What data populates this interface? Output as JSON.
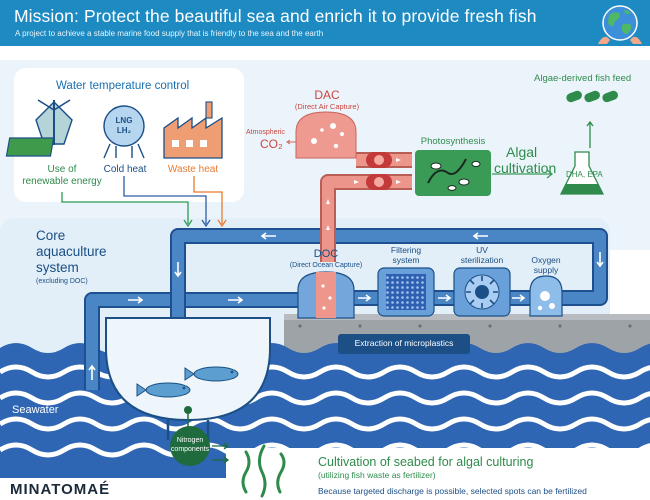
{
  "header": {
    "title": "Mission: Protect the beautiful sea and enrich it to provide fresh fish",
    "subtitle": "A project to achieve a stable  marine food supply that is friendly to the sea and the earth"
  },
  "water_temp": {
    "heading": "Water temperature control",
    "renewable": [
      "Use of",
      "renewable energy"
    ],
    "cold_heat": "Cold heat",
    "lng_line1": "LNG",
    "lng_line2": "LH₂",
    "waste_heat": "Waste heat"
  },
  "dac": {
    "title": "DAC",
    "subtitle": "(Direct Air Capture)",
    "atmospheric": "Atmospheric",
    "co2": "CO₂"
  },
  "photosynthesis": "Photosynthesis",
  "algal_cultivation": [
    "Algal",
    "cultivation"
  ],
  "fish_feed": "Algae-derived fish feed",
  "dha_epa": "DHA, EPA",
  "core": {
    "title": [
      "Core",
      "aquaculture",
      "system"
    ],
    "note": "(excluding DOC)"
  },
  "doc": {
    "title": "DOC",
    "subtitle": "(Direct Ocean Capture)"
  },
  "filtering": [
    "Filtering",
    "system"
  ],
  "uv": [
    "UV",
    "sterilization"
  ],
  "oxygen": [
    "Oxygen",
    "supply"
  ],
  "microplastics": "Extraction of microplastics",
  "seawater": "Seawater",
  "nitrogen": [
    "Nitrogen",
    "components"
  ],
  "seabed": {
    "title": "Cultivation of seabed for algal culturing",
    "note": "(utilizing fish waste as fertilizer)",
    "footnote": "Because targeted discharge is possible, selected spots can be fertilized"
  },
  "brand": "MINATOMAÉ",
  "colors": {
    "header": "#1d8ac2",
    "navy": "#1b4f86",
    "pipe_blue": "#3d76b8",
    "pipe_red": "#e48a80",
    "green": "#2e8b4b",
    "text_blue": "#1a6fb0",
    "orange": "#e77b2e",
    "panel": "#e6f1fa"
  }
}
